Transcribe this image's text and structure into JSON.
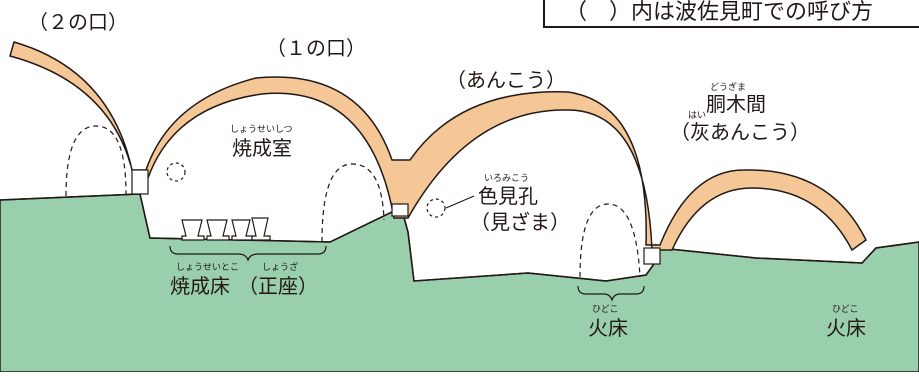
{
  "note": "（　）内は波佐見町での呼び方",
  "labels": {
    "mouth2": "（２の口）",
    "mouth1": "（１の口）",
    "ankou": "（あんこう）",
    "domakima": "胴木間",
    "domakima_ruby": "どうぎま",
    "hai_ankou": "（灰あんこう）",
    "hai_ruby": "はい",
    "shoseishitsu": "焼成室",
    "shoseishitsu_ruby": "しょうせいしつ",
    "iromikou": "色見孔",
    "iromikou_ruby": "いろみこう",
    "mizama": "（見ざま）",
    "shoseitoko": "焼成床",
    "shoseitoko_ruby": "しょうせいとこ",
    "shouza": "（正座）",
    "shouza_ruby": "しょうざ",
    "hidoko": "火床",
    "hidoko_ruby": "ひどこ"
  },
  "colors": {
    "vault": "#f6c796",
    "ground": "#99cfac",
    "ink": "#231815"
  }
}
